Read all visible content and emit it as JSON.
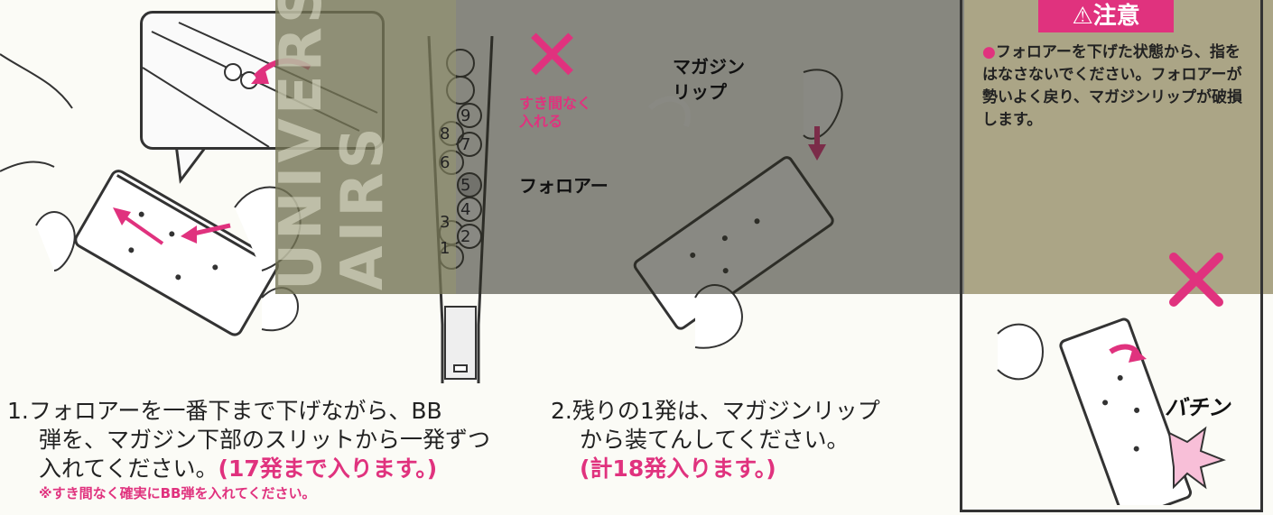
{
  "callout_labels": {
    "no_gap": "すき間なく\n入れる",
    "lip": "マガジン\nリップ",
    "follower": "フォロアー"
  },
  "magazine_numbers": [
    "9",
    "8",
    "7",
    "6",
    "5",
    "4",
    "3",
    "2",
    "1"
  ],
  "step1": {
    "line1": "1.フォロアーを一番下まで下げながら、BB",
    "line2": "弾を、マガジン下部のスリットから一発ずつ",
    "line3_text": "入れてください。",
    "line3_pink": "(17発まで入ります。)",
    "note": "※すき間なく確実にBB弾を入れてください。"
  },
  "step2": {
    "line1": "2.残りの1発は、マガジンリップ",
    "line2": "から装てんしてください。",
    "line3_pink": "(計18発入ります。)"
  },
  "warning": {
    "title": "⚠注意",
    "bullet": "●",
    "text": "フォロアーを下げた状態から、指をはなさないでください。フォロアーが勢いよく戻り、マガジンリップが破損します。",
    "sound": "バチン"
  },
  "watermark": "UNIVERS AIRS",
  "colors": {
    "accent": "#e0327e"
  }
}
